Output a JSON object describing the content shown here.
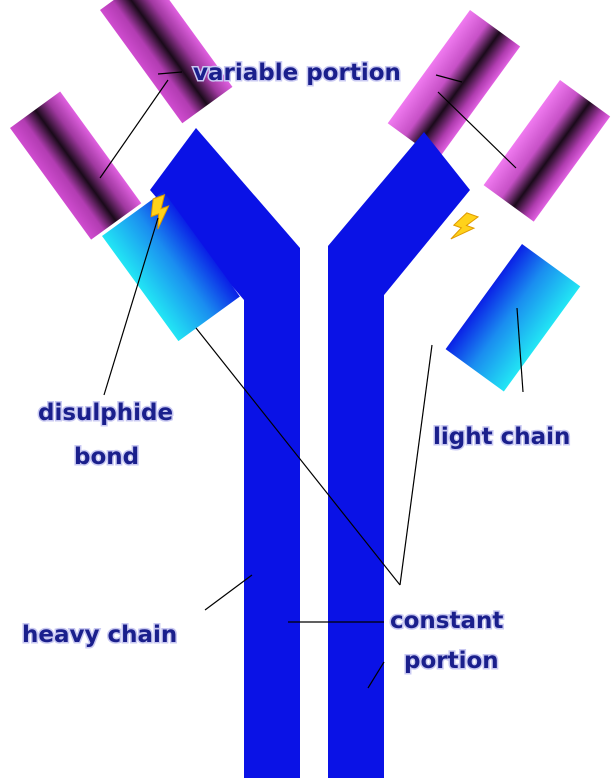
{
  "labels": {
    "variable_portion": "variable portion",
    "disulphide_bond_line1": "disulphide",
    "disulphide_bond_line2": "bond",
    "light_chain": "light chain",
    "heavy_chain": "heavy chain",
    "constant_portion_line1": "constant",
    "constant_portion_line2": "portion"
  },
  "colors": {
    "heavy_chain": "#0a12e6",
    "variable_region": "#c040c0",
    "variable_band_dark": "#1a0a1a",
    "light_chain_constant": "#19d9ef",
    "disulphide_bond": "#ffd21a",
    "label_text": "#1a1f8c",
    "label_glow": "#c9c9f2",
    "background": "#ffffff"
  },
  "icons": {
    "disulphide_bond": "lightning-bolt-icon"
  }
}
